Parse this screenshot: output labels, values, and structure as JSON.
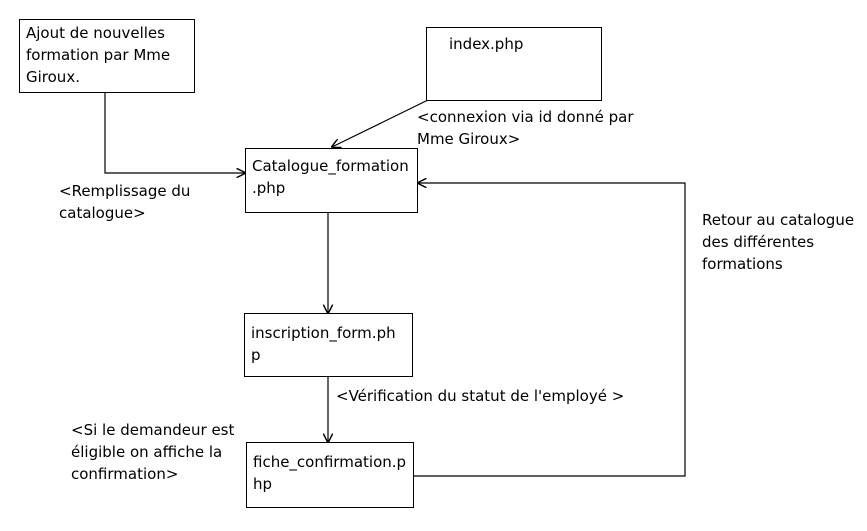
{
  "nodes": {
    "ajout": "Ajout de nouvelles\nformation par Mme\nGiroux.",
    "index": "index.php",
    "catalogue": "Catalogue_formation\n.php",
    "inscription": "inscription_form.ph\np",
    "fiche": "fiche_confirmation.p\nhp"
  },
  "edge_labels": {
    "connexion": "<connexion via id donné par\nMme Giroux>",
    "remplissage": "<Remplissage du\ncatalogue>",
    "retour": "Retour au catalogue\ndes différentes\nformations",
    "verification": "<Vérification du statut de l'employé >",
    "eligible": "<Si le demandeur est\néligible on affiche la\nconfirmation>"
  }
}
